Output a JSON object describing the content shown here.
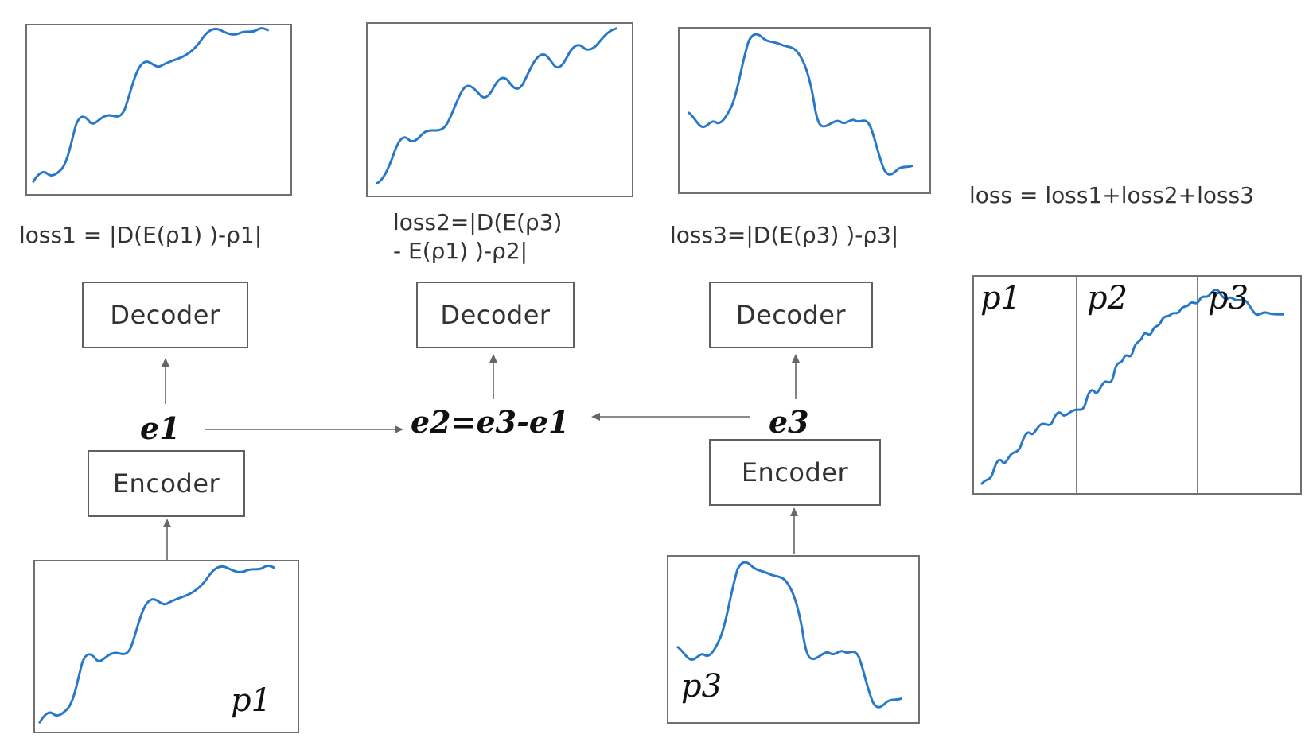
{
  "boxes": {
    "decoder_label": "Decoder",
    "encoder_label": "Encoder"
  },
  "formulas": {
    "loss1": "loss1 = |D(E(ρ1) )-ρ1|",
    "loss2_line1": "loss2=|D(E(ρ3)",
    "loss2_line2": "- E(ρ1) )-ρ2|",
    "loss3": "loss3=|D(E(ρ3) )-ρ3|",
    "total": "loss = loss1+loss2+loss3"
  },
  "embeddings": {
    "e1": "e1",
    "e2": "e2=e3-e1",
    "e3": "e3"
  },
  "panel_labels": {
    "p1": "p1",
    "p2": "p2",
    "p3": "p3"
  },
  "colors": {
    "wave": "#2878c8",
    "border": "#707070",
    "arrow": "#666666"
  }
}
